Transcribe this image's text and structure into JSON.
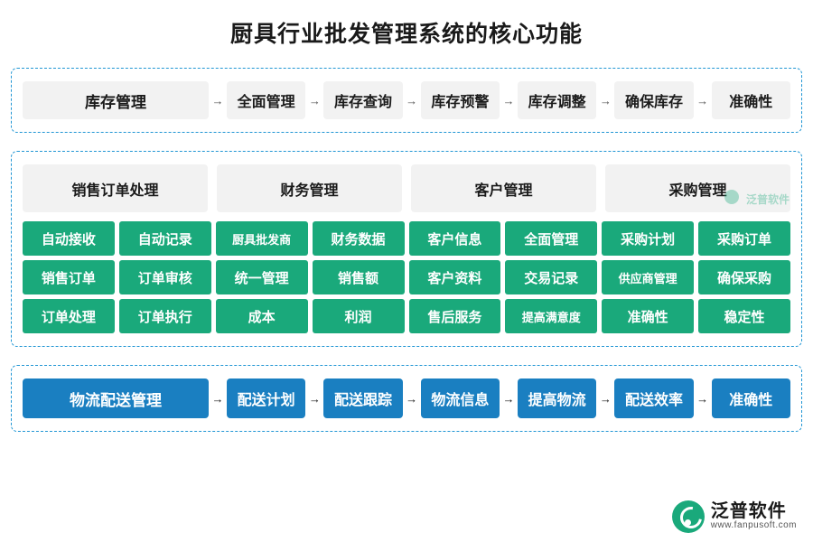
{
  "title": "厨具行业批发管理系统的核心功能",
  "colors": {
    "green": "#1aa97b",
    "blue": "#1a7fc1",
    "panel_border": "#2196d4",
    "chip_grey": "#f2f2f2"
  },
  "inventory_flow": {
    "lead": "库存管理",
    "arrow": "→",
    "steps": [
      "全面管理",
      "库存查询",
      "库存预警",
      "库存调整",
      "确保库存",
      "准确性"
    ]
  },
  "core": {
    "categories": [
      "销售订单处理",
      "财务管理",
      "客户管理",
      "采购管理"
    ],
    "columns": [
      {
        "items": [
          "自动接收",
          "销售订单",
          "订单处理"
        ]
      },
      {
        "items": [
          "自动记录",
          "订单审核",
          "订单执行"
        ]
      },
      {
        "items": [
          "厨具批发商",
          "统一管理",
          "成本"
        ]
      },
      {
        "items": [
          "财务数据",
          "销售额",
          "利润"
        ]
      },
      {
        "items": [
          "客户信息",
          "客户资料",
          "售后服务"
        ]
      },
      {
        "items": [
          "全面管理",
          "交易记录",
          "提高满意度"
        ]
      },
      {
        "items": [
          "采购计划",
          "供应商管理",
          "准确性"
        ]
      },
      {
        "items": [
          "采购订单",
          "确保采购",
          "稳定性"
        ]
      }
    ]
  },
  "logistics_flow": {
    "lead": "物流配送管理",
    "arrow": "→",
    "steps": [
      "配送计划",
      "配送跟踪",
      "物流信息",
      "提高物流",
      "配送效率",
      "准确性"
    ]
  },
  "watermark": {
    "core_label": "泛普软件"
  },
  "brand": {
    "name_cn": "泛普软件",
    "name_en": "www.fanpusoft.com"
  }
}
